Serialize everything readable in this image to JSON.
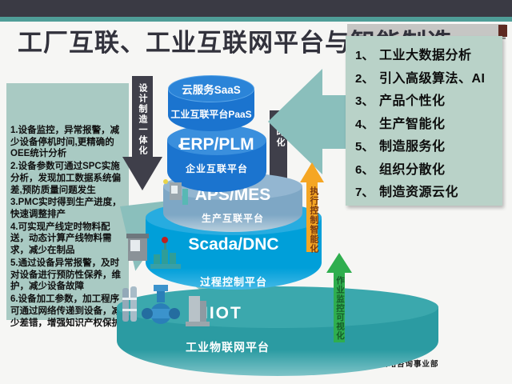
{
  "title": {
    "text": "工厂互联、工业互联网平台与智能制造"
  },
  "footer": {
    "text": "引用金蝶战略咨询事业部"
  },
  "left_panel": {
    "items": [
      "1.设备监控，异常报警，减少设备停机时间,更精确的OEE统计分析",
      "2.设备参数可通过SPC实施分析，发现加工数据系统偏差,预防质量问题发生",
      "3.PMC实时得到生产进度，快速调整排产",
      "4.可实现产线定时物料配送，动态计算产线物料需求，减少在制品",
      "5.通过设备异常报警，及时对设备进行预防性保养，维护，减少设备故障",
      "6.设备加工参数，加工程序可通过网络传递到设备，减少差错，增强知识产权保护"
    ]
  },
  "benefits": {
    "items": [
      {
        "num": "1、",
        "text": "工业大数据分析"
      },
      {
        "num": "2、",
        "text": "引入高级算法、AI"
      },
      {
        "num": "3、",
        "text": "产品个性化"
      },
      {
        "num": "4、",
        "text": "生产智能化"
      },
      {
        "num": "5、",
        "text": "制造服务化"
      },
      {
        "num": "6、",
        "text": "组织分散化"
      },
      {
        "num": "7、",
        "text": "制造资源云化"
      }
    ]
  },
  "stack": {
    "layers": [
      {
        "name": "saas",
        "top_label": "云服务SaaS",
        "body_label": "工业互联平台PaaS"
      },
      {
        "name": "erp",
        "top_label": "ERP/PLM",
        "body_label": "企业互联平台"
      },
      {
        "name": "aps",
        "top_label": "APS/MES",
        "body_label": "生产互联平台"
      },
      {
        "name": "scada",
        "top_label": "Scada/DNC",
        "body_label": "过程控制平台"
      },
      {
        "name": "iiot",
        "top_label": "IIOT",
        "body_label": "工业物联网平台"
      }
    ]
  },
  "arrows": {
    "design_integration": "设计制造一体化",
    "realtime": "实时化",
    "execution_control": "执行控制智能化",
    "operation_monitoring": "作业监控可视化"
  },
  "colors": {
    "band_dark": "#3a3a44",
    "band_teal": "#4f9d98",
    "cylinder_blue": "#1b74cf",
    "cylinder_steel": "#7ea7c5",
    "cylinder_cyan": "#009fd9",
    "cylinder_teal": "#2b9ba2",
    "arrow_teal": "#8abfbc",
    "arrow_orange": "#f5a623",
    "arrow_green": "#2fae4e",
    "panel_teal": "#a9cac3",
    "list_bg": "#b9d2c8"
  }
}
